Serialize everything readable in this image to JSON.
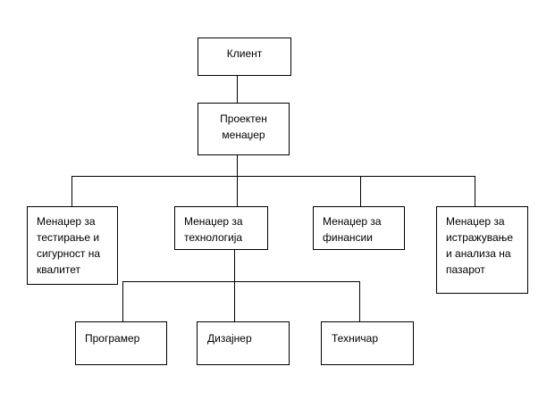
{
  "org_chart": {
    "client": "Клиент",
    "project_manager": "Проектен\nменаџер",
    "managers": {
      "testing_quality": "Менаџер за\nтестирање и\nсигурност на\nквалитет",
      "technology": "Менаџер за\nтехнологија",
      "finance": "Менаџер за\nфинансии",
      "market_research": "Менаџер за\nистражување\nи анализа на\nпазарот"
    },
    "staff": {
      "programmer": "Програмер",
      "designer": "Дизајнер",
      "technician": "Техничар"
    }
  }
}
